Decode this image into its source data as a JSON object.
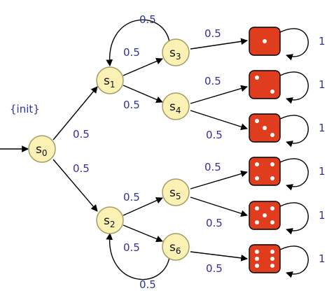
{
  "diagram": {
    "init_label": "{init}",
    "nodes": {
      "s0": {
        "letter": "s",
        "sub": "0"
      },
      "s1": {
        "letter": "s",
        "sub": "1"
      },
      "s2": {
        "letter": "s",
        "sub": "2"
      },
      "s3": {
        "letter": "s",
        "sub": "3"
      },
      "s4": {
        "letter": "s",
        "sub": "4"
      },
      "s5": {
        "letter": "s",
        "sub": "5"
      },
      "s6": {
        "letter": "s",
        "sub": "6"
      }
    },
    "edges": [
      {
        "from": "s0",
        "to": "s1",
        "prob": "0.5"
      },
      {
        "from": "s0",
        "to": "s2",
        "prob": "0.5"
      },
      {
        "from": "s1",
        "to": "s3",
        "prob": "0.5"
      },
      {
        "from": "s1",
        "to": "s4",
        "prob": "0.5"
      },
      {
        "from": "s2",
        "to": "s5",
        "prob": "0.5"
      },
      {
        "from": "s2",
        "to": "s6",
        "prob": "0.5"
      },
      {
        "from": "s3",
        "to": "s1",
        "prob": "0.5"
      },
      {
        "from": "s6",
        "to": "s2",
        "prob": "0.5"
      },
      {
        "from": "s3",
        "to": "die1",
        "prob": "0.5"
      },
      {
        "from": "s4",
        "to": "die2",
        "prob": "0.5"
      },
      {
        "from": "s4",
        "to": "die3",
        "prob": "0.5"
      },
      {
        "from": "s5",
        "to": "die4",
        "prob": "0.5"
      },
      {
        "from": "s5",
        "to": "die5",
        "prob": "0.5"
      },
      {
        "from": "s6",
        "to": "die6",
        "prob": "0.5"
      }
    ],
    "dice": [
      {
        "value": 1,
        "self_loop_prob": "1"
      },
      {
        "value": 2,
        "self_loop_prob": "1"
      },
      {
        "value": 3,
        "self_loop_prob": "1"
      },
      {
        "value": 4,
        "self_loop_prob": "1"
      },
      {
        "value": 5,
        "self_loop_prob": "1"
      },
      {
        "value": 6,
        "self_loop_prob": "1"
      }
    ],
    "colors": {
      "node_fill": "#fbf1b5",
      "node_stroke": "#a19f66",
      "die_fill": "#e03c1e",
      "probability_text": "#323297"
    }
  }
}
